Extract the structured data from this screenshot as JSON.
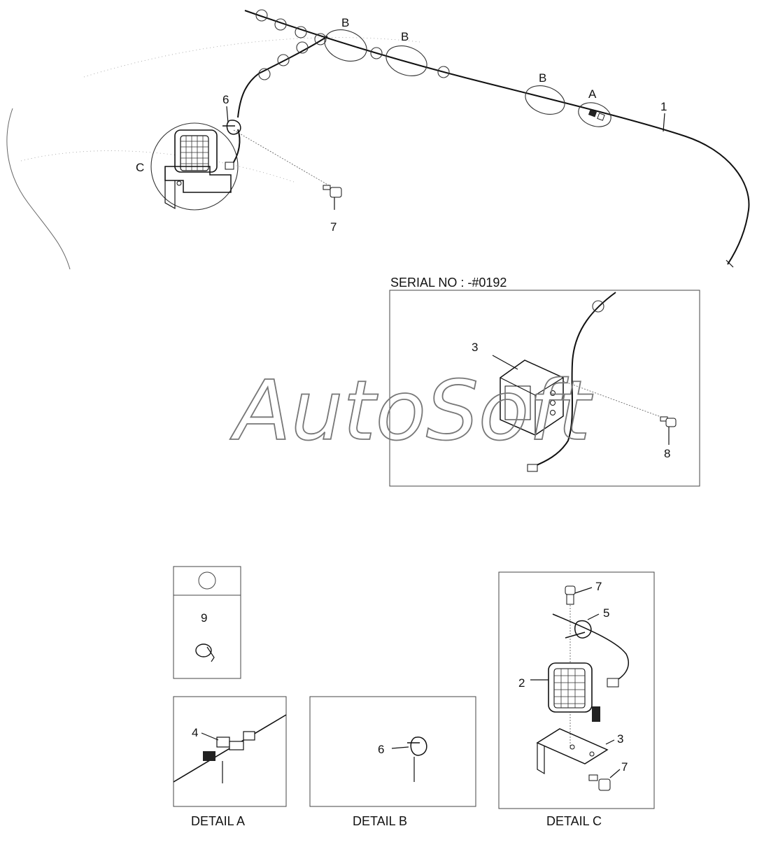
{
  "watermark": "AutoSoft",
  "serial_label": "SERIAL NO : -#0192",
  "callouts": {
    "c1": "1",
    "c6": "6",
    "c7": "7",
    "cA": "A",
    "cB1": "B",
    "cB2": "B",
    "cB3": "B",
    "cC": "C",
    "s3": "3",
    "s8": "8",
    "k9": "9",
    "a4": "4",
    "b6": "6",
    "d7a": "7",
    "d5": "5",
    "d2": "2",
    "d3": "3",
    "d7b": "7"
  },
  "captions": {
    "detail_a": "DETAIL  A",
    "detail_b": "DETAIL  B",
    "detail_c": "DETAIL  C"
  }
}
